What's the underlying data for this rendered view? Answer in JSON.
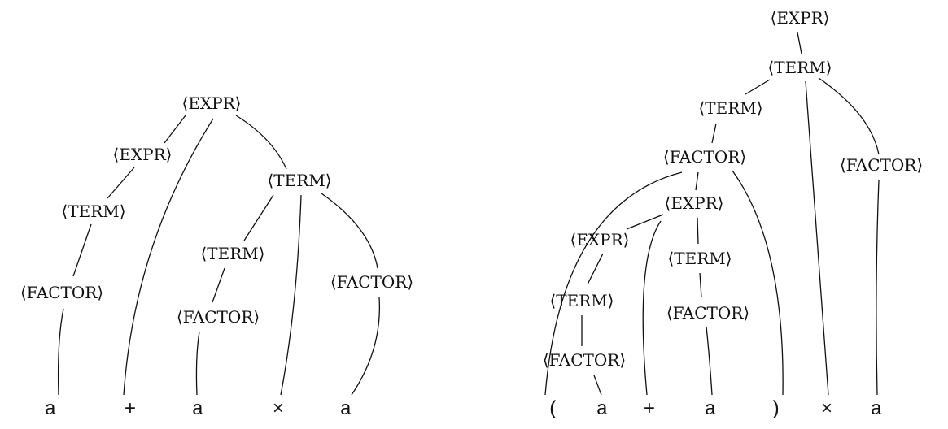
{
  "left_tree": {
    "nodes": [
      "⟨EXPR⟩",
      "⟨EXPR⟩",
      "⟨TERM⟩",
      "⟨FACTOR⟩",
      "⟨TERM⟩",
      "⟨TERM⟩",
      "⟨FACTOR⟩",
      "⟨FACTOR⟩"
    ],
    "leaves": [
      "a",
      "+",
      "a",
      "×",
      "a"
    ]
  },
  "right_tree": {
    "nodes": [
      "⟨EXPR⟩",
      "⟨TERM⟩",
      "⟨TERM⟩",
      "⟨FACTOR⟩",
      "⟨FACTOR⟩",
      "⟨EXPR⟩",
      "⟨EXPR⟩",
      "⟨TERM⟩",
      "⟨FACTOR⟩",
      "⟨TERM⟩",
      "⟨FACTOR⟩"
    ],
    "leaves": [
      "(",
      "a",
      "+",
      "a",
      ")",
      "×",
      "a"
    ]
  }
}
